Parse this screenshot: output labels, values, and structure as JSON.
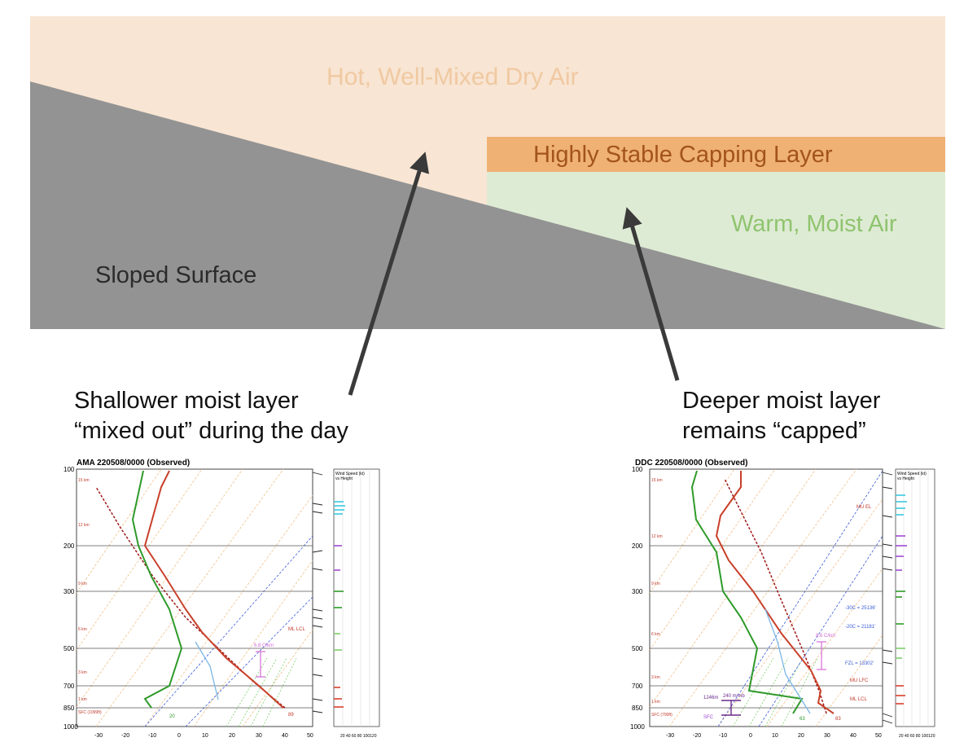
{
  "diagram": {
    "labels": {
      "hot_air": "Hot, Well-Mixed Dry Air",
      "capping_layer": "Highly Stable Capping Layer",
      "warm_moist": "Warm, Moist Air",
      "sloped_surface": "Sloped Surface"
    },
    "captions": {
      "left_line1": "Shallower moist layer",
      "left_line2": "“mixed out” during the day",
      "right_line1": "Deeper moist layer",
      "right_line2": "remains “capped”"
    },
    "colors": {
      "hot_air": "#f8e5d3",
      "capping_layer": "#efb174",
      "warm_moist": "#deebd4",
      "surface": "#939393",
      "arrow": "#3a3a3a"
    }
  },
  "soundings": {
    "pressure_ticks": [
      "100",
      "200",
      "300",
      "500",
      "700",
      "850",
      "1000"
    ],
    "temp_ticks": [
      "-30",
      "-20",
      "-10",
      "0",
      "10",
      "20",
      "30",
      "40",
      "50"
    ],
    "wind_header_line1": "Wind Speed (kt)",
    "wind_header_line2": "vs Height",
    "wind_axis_ticks": "20 40 60 80 100120",
    "left": {
      "title": "AMA 220508/0000 (Observed)",
      "km_labels": [
        "15 km",
        "12 km",
        "9 km",
        "6 km",
        "3 km",
        "1 km",
        "SFC (1099ft)"
      ],
      "annotations": {
        "cape_layer": "6.8 C/km",
        "ml_lcl": "ML LCL",
        "sfc_td": "20",
        "sfc_t": "89"
      }
    },
    "right": {
      "title": "DDC 220508/0000 (Observed)",
      "km_labels": [
        "15 km",
        "12 km",
        "9 km",
        "6 km",
        "3 km",
        "1 km",
        "SFC (790ft)"
      ],
      "annotations": {
        "mu_el": "MU EL",
        "minus30": "-30C = 25136'",
        "minus20": "-20C = 21181'",
        "lapse": "8.6 C/km",
        "fzl": "FZL = 13302'",
        "mu_lfc": "MU LFC",
        "ml_lcl": "ML LCL",
        "cin_depth": "1246m",
        "cin_mb": "240 m/mb",
        "sfc": "SFC",
        "sfc_td": "63",
        "sfc_t": "83"
      }
    }
  }
}
